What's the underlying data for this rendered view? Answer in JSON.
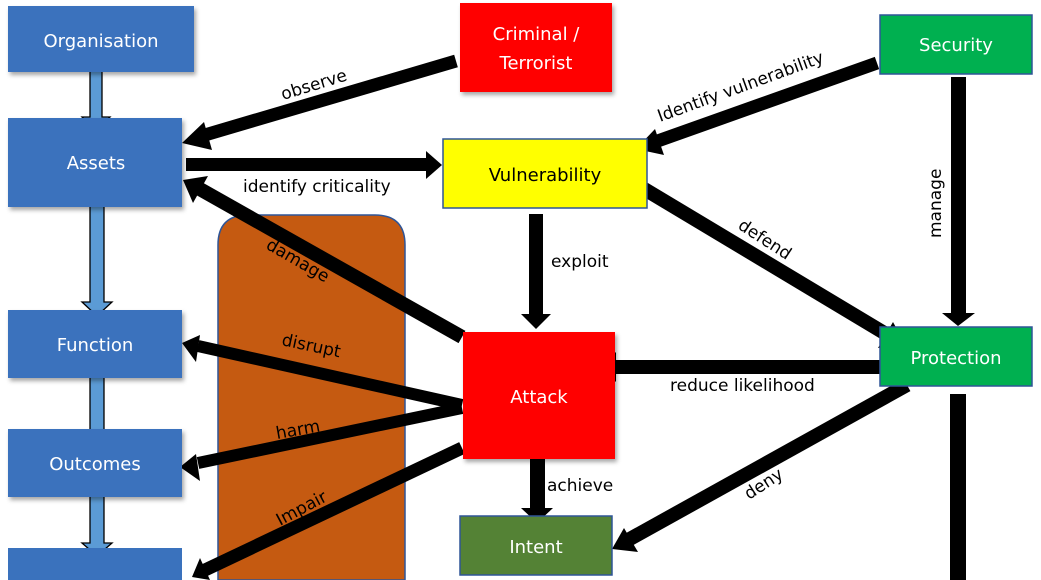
{
  "diagram": {
    "colors": {
      "blue_node": "#3a72bd",
      "blue_arrow": "#5b9bd5",
      "red_node": "#ff0000",
      "yellow_node": "#ffff00",
      "green_node": "#00b050",
      "dark_green_node": "#548235",
      "barrier": "#c55a11",
      "node_border": "#2f5597",
      "arrow": "#000000"
    },
    "nodes": {
      "organisation": {
        "label": "Organisation"
      },
      "assets": {
        "label": "Assets"
      },
      "function": {
        "label": "Function"
      },
      "outcomes": {
        "label": "Outcomes"
      },
      "criminal": {
        "line1": "Criminal /",
        "line2": "Terrorist"
      },
      "vulnerability": {
        "label": "Vulnerability"
      },
      "security": {
        "label": "Security"
      },
      "attack": {
        "label": "Attack"
      },
      "protection": {
        "label": "Protection"
      },
      "intent": {
        "label": "Intent"
      }
    },
    "edges": {
      "observe": "observe",
      "identify_criticality": "identify criticality",
      "identify_vulnerability": "Identify vulnerability",
      "damage": "damage",
      "exploit": "exploit",
      "defend": "defend",
      "manage": "manage",
      "disrupt": "disrupt",
      "harm": "harm",
      "impair": "Impair",
      "reduce_likelihood": "reduce likelihood",
      "achieve": "achieve",
      "deny": "deny"
    }
  }
}
